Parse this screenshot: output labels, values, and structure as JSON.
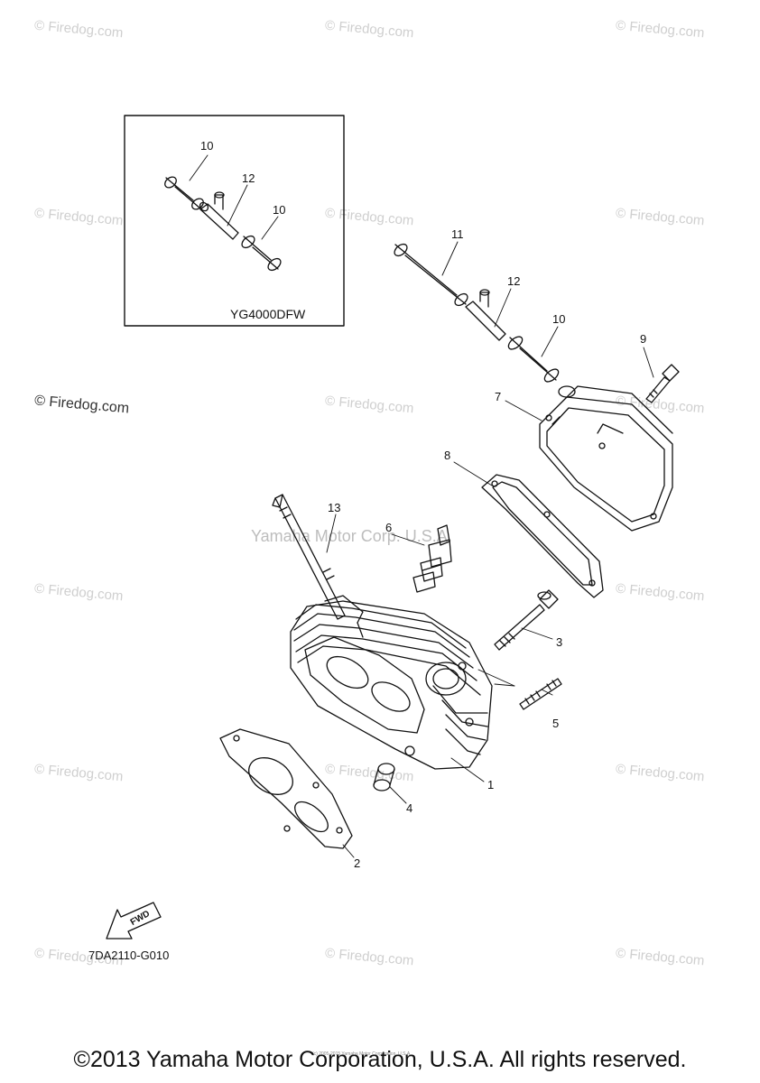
{
  "watermark_text": "© Firedog.com",
  "brand_watermark": "Yamaha Motor Corp. U.S.A.",
  "inset_model": "YG4000DFW",
  "diagram_code": "7DA2110-G010",
  "fwd_label": "FWD",
  "copyright": "©2013 Yamaha Motor Corporation, U.S.A. All rights reserved.",
  "tiny_copyright": "(c) 2005-2015 Yamaha Motor Corporation, U.S.A.",
  "callouts": {
    "c1": "1",
    "c2": "2",
    "c3": "3",
    "c4": "4",
    "c5": "5",
    "c6": "6",
    "c7": "7",
    "c8": "8",
    "c9": "9",
    "c10a": "10",
    "c10b": "10",
    "c10c": "10",
    "c11": "11",
    "c12a": "12",
    "c12b": "12",
    "c13": "13"
  }
}
